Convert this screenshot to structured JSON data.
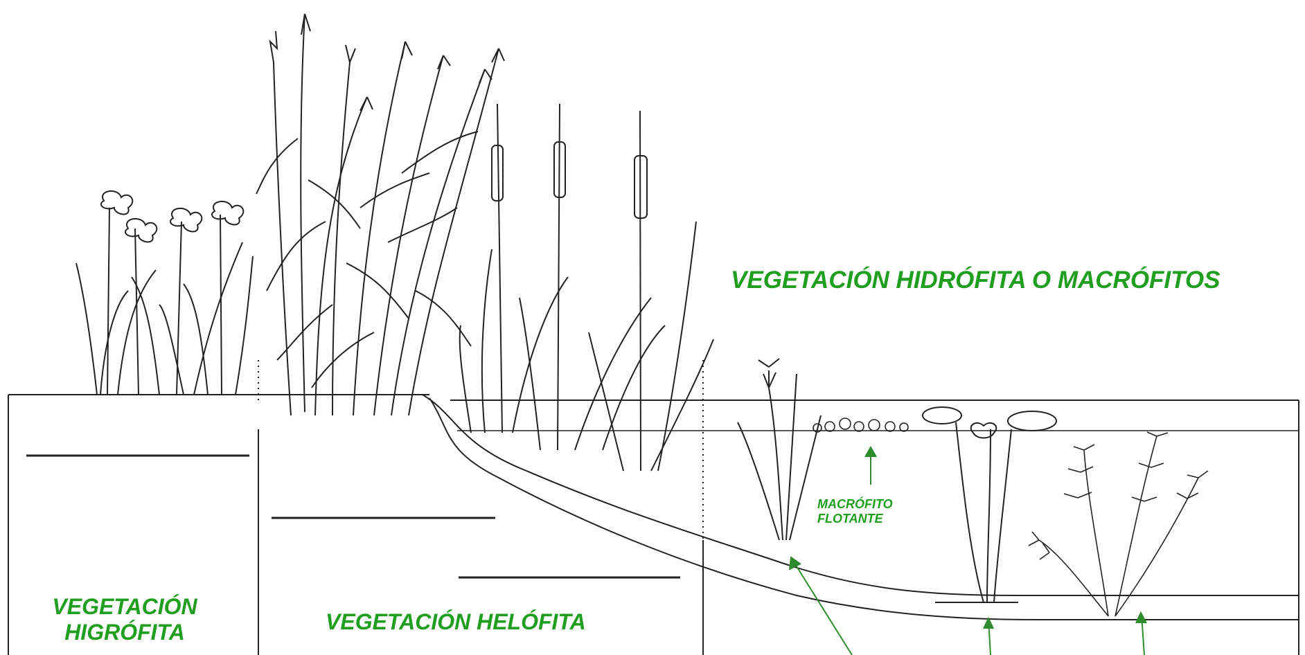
{
  "labels": {
    "higrofita_line1": "VEGETACIÓN",
    "higrofita_line2": "HIGRÓFITA",
    "helofita": "VEGETACIÓN HELÓFITA",
    "hidrofita": "VEGETACIÓN HIDRÓFITA O MACRÓFITOS",
    "flotante_line1": "MACRÓFITO",
    "flotante_line2": "FLOTANTE"
  },
  "colors": {
    "label_green": "#1f9e1f",
    "line_ink": "#222222",
    "arrow_green": "#2e8b2e",
    "background": "#ffffff"
  }
}
